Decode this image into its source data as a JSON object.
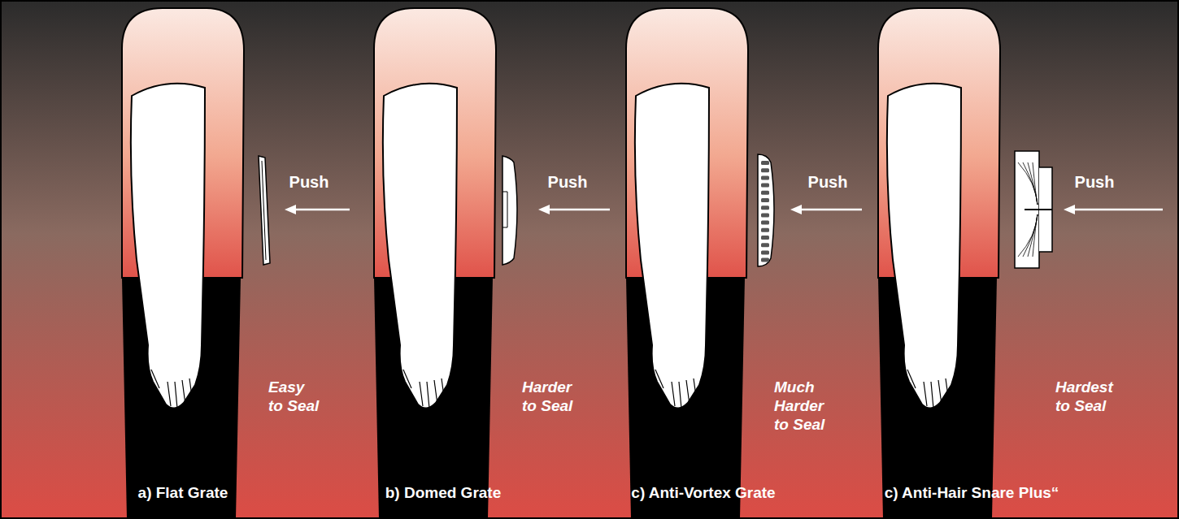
{
  "diagram": {
    "labels": [
      "Push",
      "Easy to Seal",
      "a) Flat Grate",
      "Push",
      "Harder to Seal",
      "b) Domed Grate",
      "Push",
      "Much Harder to Seal",
      "c) Anti-Vortex Grate",
      "Push",
      "Hardest to Seal",
      "c) Anti-Hair Snare Plus“"
    ]
  }
}
